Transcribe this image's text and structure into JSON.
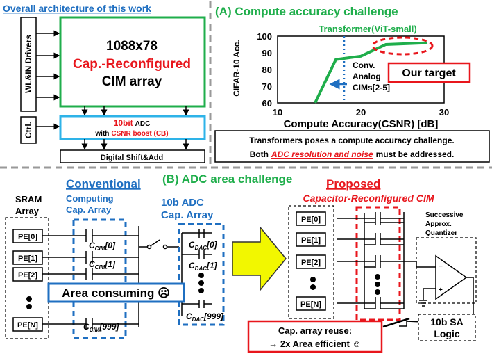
{
  "architecture": {
    "title": "Overall architecture of this work",
    "drivers_label": "WL&IN Drivers",
    "array_size": "1088x78",
    "array_type": "Cap.-Reconfigured",
    "array_name": "CIM array",
    "ctrl_label": "Ctrl.",
    "adc_bits": "10bit",
    "adc_label": "ADC",
    "csnr_prefix": "with",
    "csnr_label": "CSNR boost (CB)",
    "shift_add": "Digital Shift&Add"
  },
  "accuracy": {
    "title": "(A) Compute accuracy challenge",
    "series_label": "Transformer(ViT-small)",
    "ylabel": "CIFAR-10  Acc.",
    "xlabel": "Compute Accuracy(CSNR) [dB]",
    "annotation_lines": [
      "Conv.",
      "Analog",
      "CIMs[2-5]"
    ],
    "target_label": "Our target",
    "note_line1": "Transformers poses a compute accuracy challenge.",
    "note_line2_prefix": "Both",
    "note_line2_emph": "ADC resolution and noise",
    "note_line2_suffix": "must be addressed."
  },
  "chart_data": {
    "type": "line",
    "series": [
      {
        "name": "Transformer(ViT-small)",
        "x": [
          14.5,
          17,
          20,
          23,
          28
        ],
        "y": [
          60,
          86,
          88,
          95,
          96
        ]
      }
    ],
    "xticks": [
      10,
      20,
      30
    ],
    "yticks": [
      60,
      70,
      80,
      90,
      100
    ],
    "xlim": [
      10,
      30
    ],
    "ylim": [
      60,
      100
    ],
    "reference_x": 18,
    "colors": {
      "line": "#1fae4b",
      "target": "#e8161c",
      "ref": "#1f6fc1"
    }
  },
  "area": {
    "title": "(B) ADC area challenge",
    "conventional": "Conventional",
    "proposed": "Proposed",
    "proposed_sub": "Capacitor-Reconfigured CIM",
    "sram_array": [
      "SRAM",
      "Array"
    ],
    "computing_cap": [
      "Computing",
      "Cap. Array"
    ],
    "adc_cap": [
      "10b ADC",
      "Cap. Array"
    ],
    "pe_labels": [
      "PE[0]",
      "PE[1]",
      "PE[2]",
      "PE[N]"
    ],
    "c_main": "C",
    "c_cim_sub": "CIM",
    "c_dac_sub": "DAC",
    "c_idx": [
      "[0]",
      "[1]",
      "[999]"
    ],
    "area_consuming": "Area consuming ☹",
    "sar_labels": [
      "Successive",
      "Approx.",
      "Quantizer"
    ],
    "sa_logic": [
      "10b SA",
      "Logic"
    ],
    "reuse_line1": "Cap. array reuse:",
    "reuse_line2": "→ 2x Area efficient ☺"
  }
}
